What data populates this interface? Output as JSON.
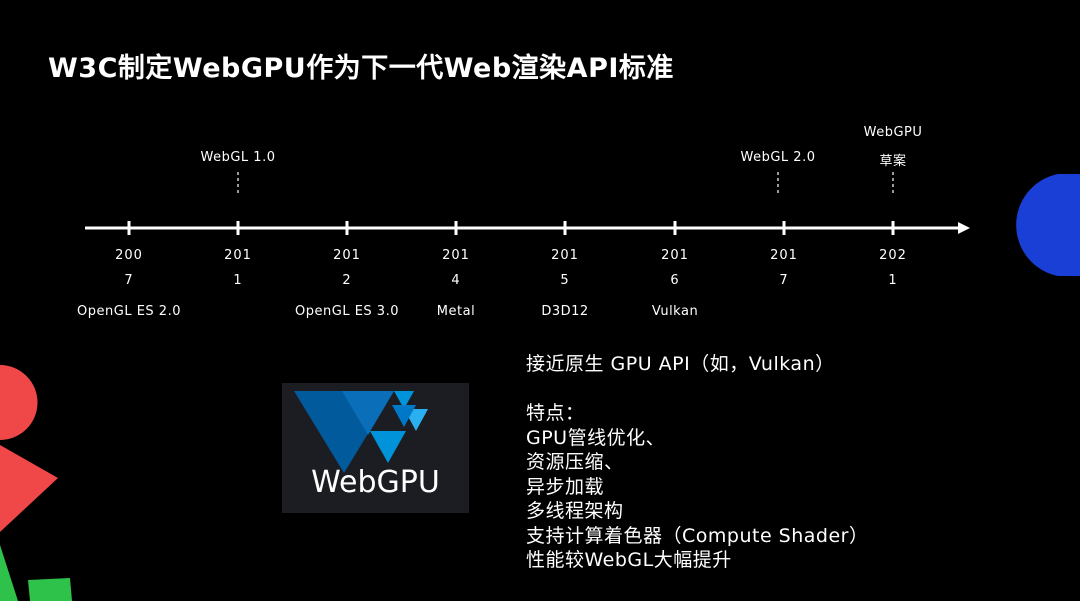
{
  "title": "W3C制定WebGPU作为下一代Web渲染API标准",
  "timeline": {
    "ticks": [
      {
        "year_top": "200",
        "year_bottom": "7",
        "below_label": "OpenGL ES 2.0",
        "above_label": ""
      },
      {
        "year_top": "201",
        "year_bottom": "1",
        "below_label": "",
        "above_label": "WebGL 1.0"
      },
      {
        "year_top": "201",
        "year_bottom": "2",
        "below_label": "OpenGL ES 3.0",
        "above_label": ""
      },
      {
        "year_top": "201",
        "year_bottom": "4",
        "below_label": "Metal",
        "above_label": ""
      },
      {
        "year_top": "201",
        "year_bottom": "5",
        "below_label": "D3D12",
        "above_label": ""
      },
      {
        "year_top": "201",
        "year_bottom": "6",
        "below_label": "Vulkan",
        "above_label": ""
      },
      {
        "year_top": "201",
        "year_bottom": "7",
        "below_label": "",
        "above_label": "WebGL 2.0"
      },
      {
        "year_top": "202",
        "year_bottom": "1",
        "below_label": "",
        "above_label": "WebGPU",
        "above_label_2": "草案"
      }
    ]
  },
  "logo": {
    "text": "WebGPU"
  },
  "features": {
    "intro": "接近原生 GPU API（如，Vulkan）",
    "heading": "特点：",
    "items": [
      "GPU管线优化、",
      "资源压缩、",
      "异步加载",
      "多线程架构",
      "支持计算着色器（Compute Shader）",
      "性能较WebGL大幅提升"
    ]
  },
  "colors": {
    "background": "#000000",
    "text": "#ffffff",
    "deco_blue": "#1a3fd6",
    "deco_red": "#f04848",
    "deco_green": "#2fc24a",
    "logo_dark_blue": "#005a9c",
    "logo_light_blue": "#0093d9"
  }
}
